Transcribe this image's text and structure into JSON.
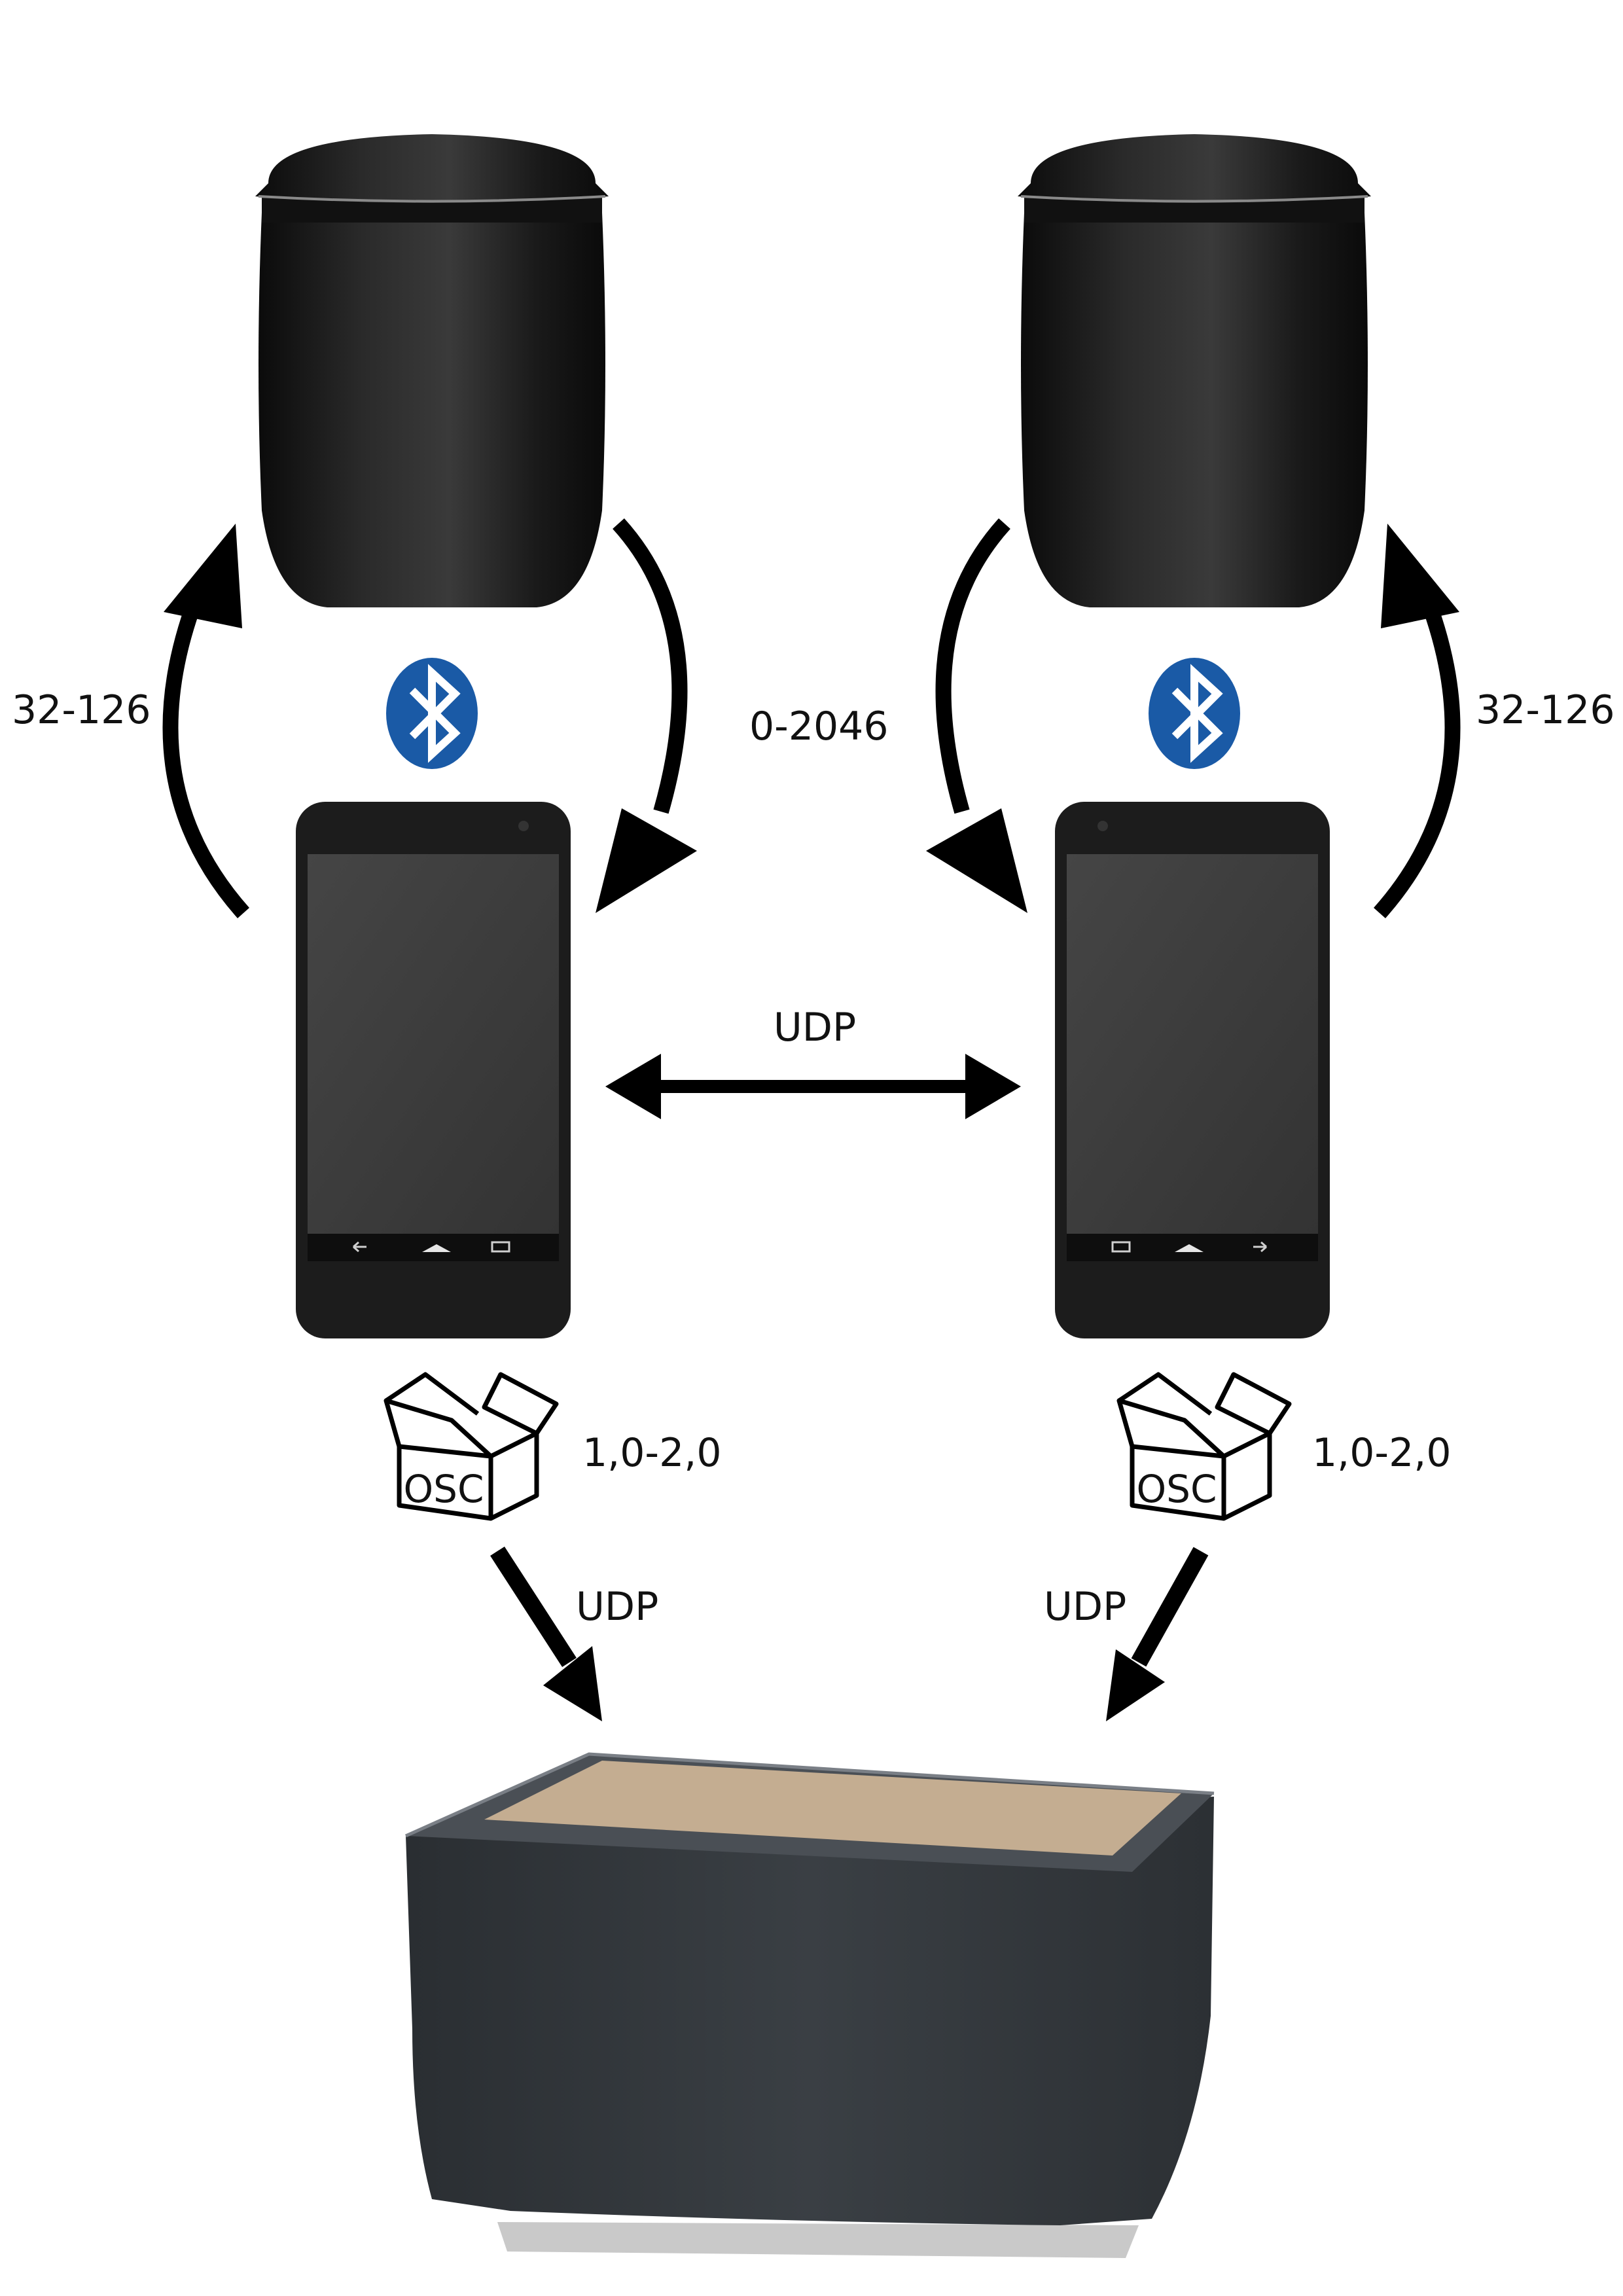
{
  "labels": {
    "left_up": "32-126",
    "left_down": "0-2046",
    "right_up": "32-126",
    "phone_link": "UDP",
    "left_range": "1,0-2,0",
    "right_range": "1,0-2,0",
    "left_udp": "UDP",
    "right_udp": "UDP"
  },
  "osc_label": "OSC",
  "icons": {
    "bluetooth": "bluetooth-icon",
    "package": "package-box-icon"
  },
  "colors": {
    "bluetooth": "#1a5aa6",
    "arrow": "#000000",
    "device_body": "#161616",
    "phone_body": "#1c1c1c",
    "phone_screen": "#3b3b3b",
    "table_body": "#2f3337",
    "table_top": "#c4ad91"
  }
}
